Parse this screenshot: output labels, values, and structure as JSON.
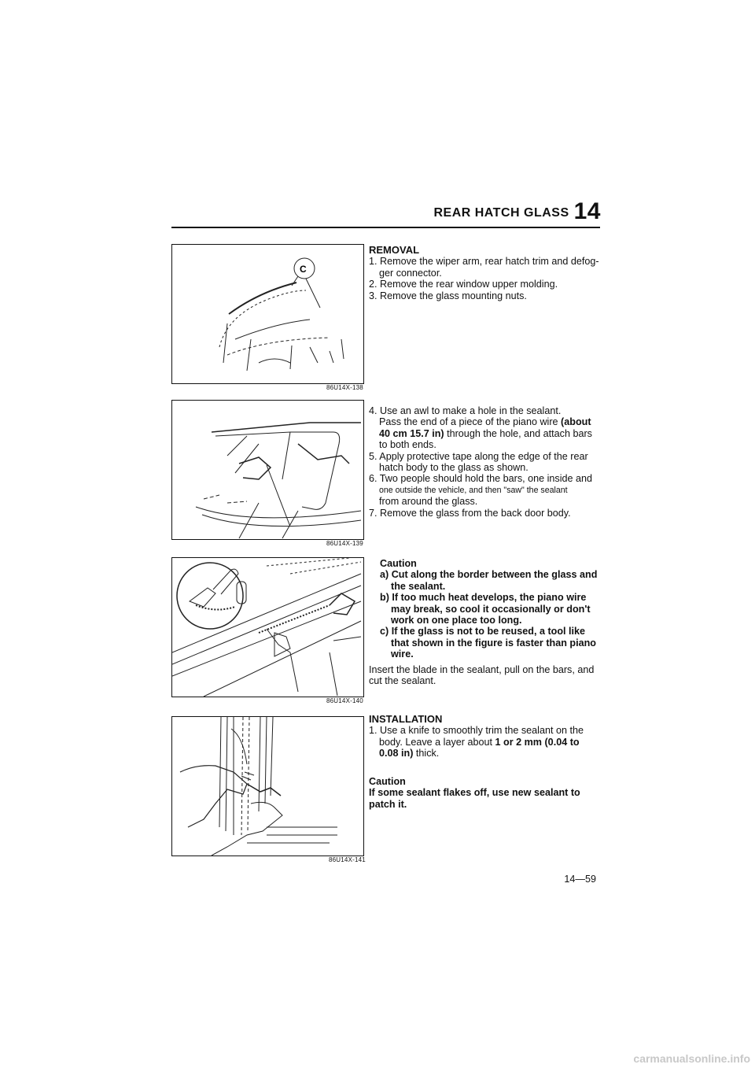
{
  "header": {
    "title": "REAR HATCH GLASS",
    "chapter": "14"
  },
  "figures": [
    {
      "caption": "86U14X-138",
      "callout": "C"
    },
    {
      "caption": "86U14X-139"
    },
    {
      "caption": "86U14X-140"
    },
    {
      "caption": "86U14X-141"
    }
  ],
  "removal": {
    "heading": "REMOVAL",
    "steps": [
      "1. Remove the wiper arm, rear hatch trim and defog-ger connector.",
      "2. Remove the rear window upper molding.",
      "3. Remove the glass mounting nuts."
    ],
    "step4_a": "4. Use an awl to make a hole in the sealant.",
    "step4_b1": "Pass the end of a piece of the piano wire ",
    "step4_b_bold": "(about 40 cm 15.7 in)",
    "step4_b2": " through the hole, and attach bars to both ends.",
    "step5": "5. Apply protective tape along the edge of the rear hatch body to the glass as shown.",
    "step6_a": "6. Two people should hold the bars, one inside and",
    "step6_b": "one outside the vehicle, and then \"saw\" the sealant",
    "step6_c": "from around the glass.",
    "step7": "7. Remove the glass from the back door body."
  },
  "caution1": {
    "title": "Caution",
    "items": [
      "a) Cut along the border between the glass and the sealant.",
      "b) If too much heat develops, the piano wire may break, so cool it occasionally or don't work on one place too long.",
      "c) If the glass is not to be reused, a tool like that shown in the figure is faster than piano wire."
    ],
    "note": "Insert the blade in the sealant, pull on the bars, and cut the sealant."
  },
  "installation": {
    "heading": "INSTALLATION",
    "step1_a": "1. Use a knife to smoothly trim the sealant on the body. Leave a layer about ",
    "step1_bold": "1 or 2 mm (0.04 to 0.08 in)",
    "step1_b": " thick."
  },
  "caution2": {
    "title": "Caution",
    "text": "If some sealant flakes off, use new sealant to patch it."
  },
  "page_number": "14—59",
  "footer": "carmanualsonline.info"
}
